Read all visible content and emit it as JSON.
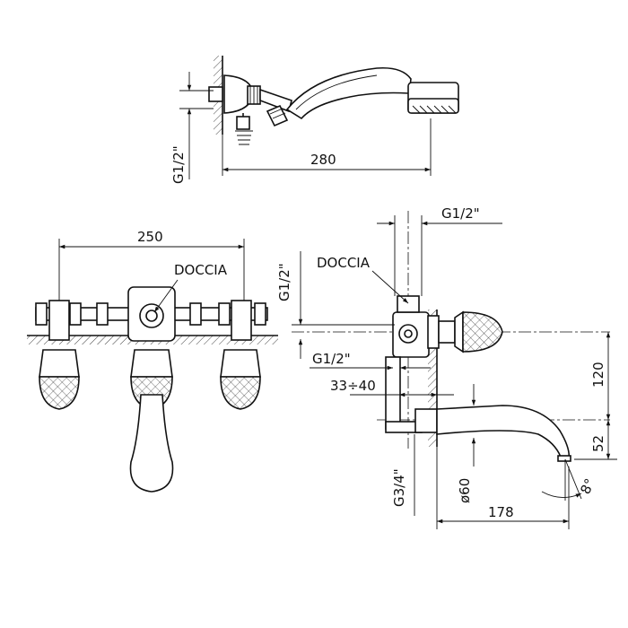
{
  "labels": {
    "top_thread": "G1/2\"",
    "top_length": "280",
    "front_width": "250",
    "front_doccia": "DOCCIA",
    "side_doccia": "DOCCIA",
    "side_top_thread": "G1/2\"",
    "side_left_thread": "G1/2\"",
    "side_mid_thread": "G1/2\"",
    "side_range": "33÷40",
    "side_outlet_thread": "G3/4\"",
    "side_diameter": "ø60",
    "side_depth": "178",
    "side_height_120": "120",
    "side_height_52": "52",
    "side_angle": "8°"
  }
}
